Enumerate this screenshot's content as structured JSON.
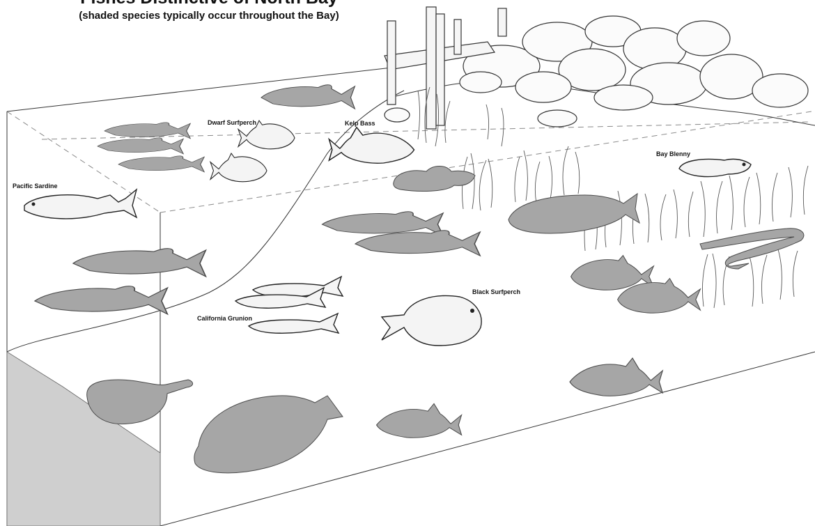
{
  "title": "Fishes Distinctive of North Bay",
  "subtitle": "(shaded  species  typically occur  throughout the Bay)",
  "labels": {
    "pacific_sardine": "Pacific Sardine",
    "dwarf_surfperch": "Dwarf Surfperch",
    "kelp_bass": "Kelp Bass",
    "bay_blenny": "Bay Blenny",
    "black_surfperch": "Black Surfperch",
    "california_grunion": "California Grunion"
  },
  "colors": {
    "shaded_fish": "#a6a6a6",
    "outline": "#222222",
    "background": "#ffffff"
  }
}
